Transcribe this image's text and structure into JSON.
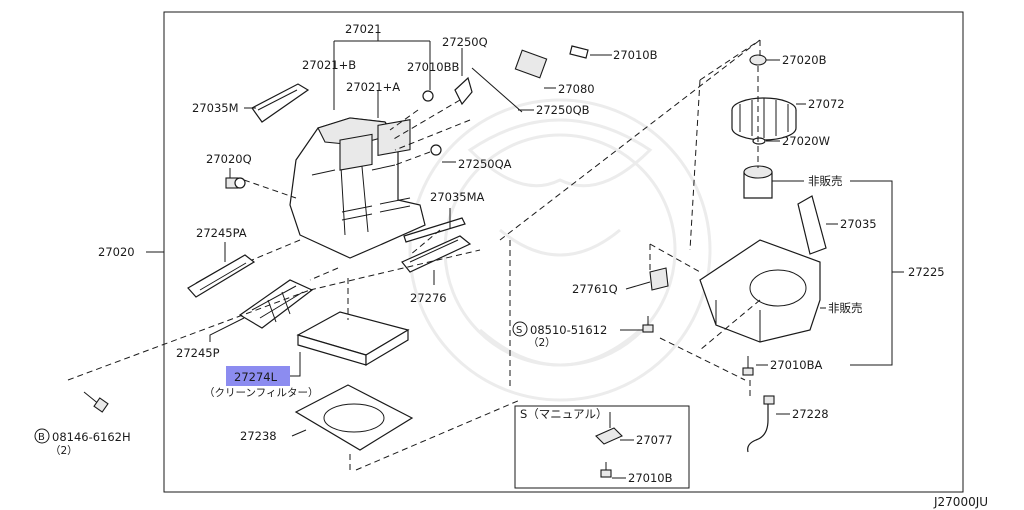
{
  "diagram_code": "J27000JU",
  "highlight_color": "#8c8cf0",
  "labels": {
    "l27021": "27021",
    "l27021b": "27021+B",
    "l27021a": "27021+A",
    "l27010bb": "27010BB",
    "l27250q": "27250Q",
    "l27010b_top": "27010B",
    "l27080": "27080",
    "l27250qb": "27250QB",
    "l27035m": "27035M",
    "l27020q": "27020Q",
    "l27250qa": "27250QA",
    "l27035ma": "27035MA",
    "l27020": "27020",
    "l27245pa": "27245PA",
    "l27276": "27276",
    "l27245p": "27245P",
    "l27274l": "27274L",
    "l27274l_note": "（クリーンフィルター）",
    "l27238": "27238",
    "l08146": "08146-6162H",
    "l08146_qty": "（2）",
    "l27020b": "27020B",
    "l27072": "27072",
    "l27020w": "27020W",
    "l_hanbai1": "非販売",
    "l27035": "27035",
    "l27225": "27225",
    "l27761q": "27761Q",
    "l08510": "08510-51612",
    "l08510_qty": "（2）",
    "l_hanbai2": "非販売",
    "l27010ba": "27010BA",
    "l27228": "27228",
    "l_manual": "S（マニュアル）",
    "l27077": "27077",
    "l27010b_bot": "27010B",
    "prefix_b": "B",
    "prefix_s": "S"
  }
}
